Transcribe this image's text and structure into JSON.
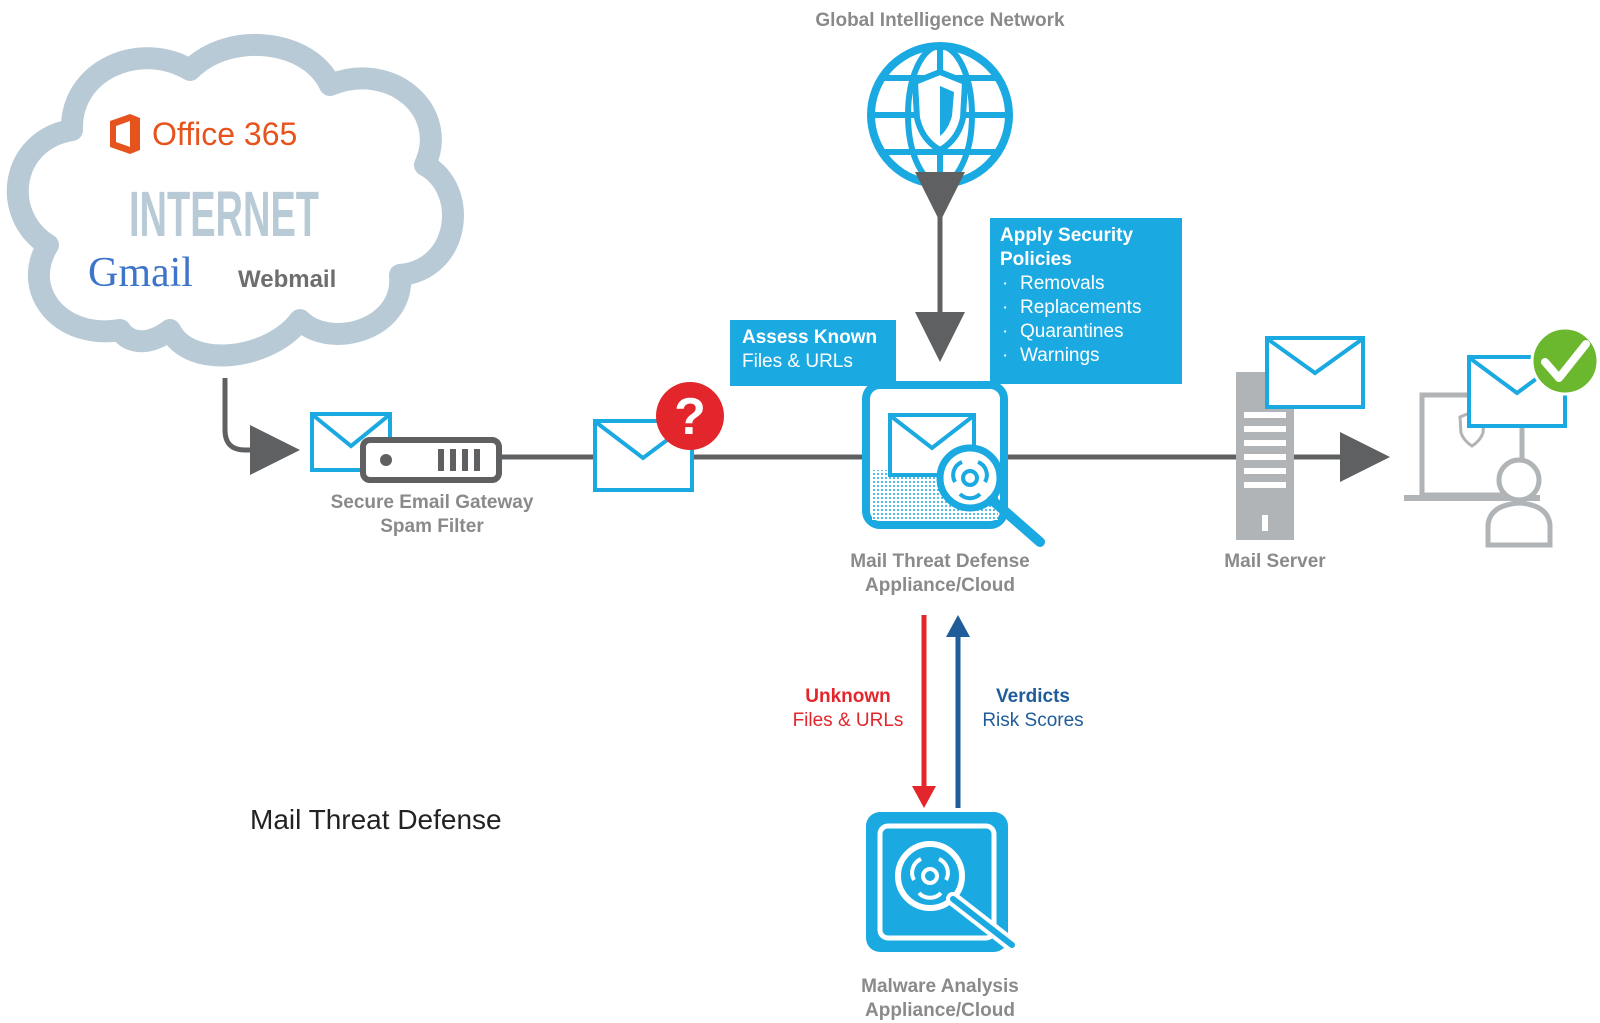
{
  "cloud": {
    "office_label": "Office 365",
    "internet_label": "INTERNET",
    "gmail_label": "Gmail",
    "webmail_label": "Webmail"
  },
  "gateway": {
    "label_line1": "Secure Email Gateway",
    "label_line2": "Spam Filter"
  },
  "unknown_email": {
    "badge": "?"
  },
  "global_network": {
    "label": "Global Intelligence Network"
  },
  "assess_box": {
    "title": "Assess Known",
    "subtitle": "Files & URLs"
  },
  "policies_box": {
    "title_line1": "Apply Security",
    "title_line2": "Policies",
    "bullet": "·",
    "items": [
      "Removals",
      "Replacements",
      "Quarantines",
      "Warnings"
    ]
  },
  "mtd": {
    "label_line1": "Mail Threat Defense",
    "label_line2": "Appliance/Cloud"
  },
  "mail_server": {
    "label": "Mail Server"
  },
  "unknown_flow": {
    "title": "Unknown",
    "subtitle": "Files & URLs"
  },
  "verdicts_flow": {
    "title": "Verdicts",
    "subtitle": "Risk Scores"
  },
  "malware": {
    "label_line1": "Malware Analysis",
    "label_line2": "Appliance/Cloud"
  },
  "caption": "Mail Threat Defense",
  "colors": {
    "accent_blue": "#1ba9e1",
    "cloud_gray": "#b8cad6",
    "arrow_gray": "#5f6062",
    "unknown_red": "#e3262b",
    "verdict_blue": "#1f5c99",
    "office_red": "#e6531c",
    "check_green": "#6bb82f"
  }
}
